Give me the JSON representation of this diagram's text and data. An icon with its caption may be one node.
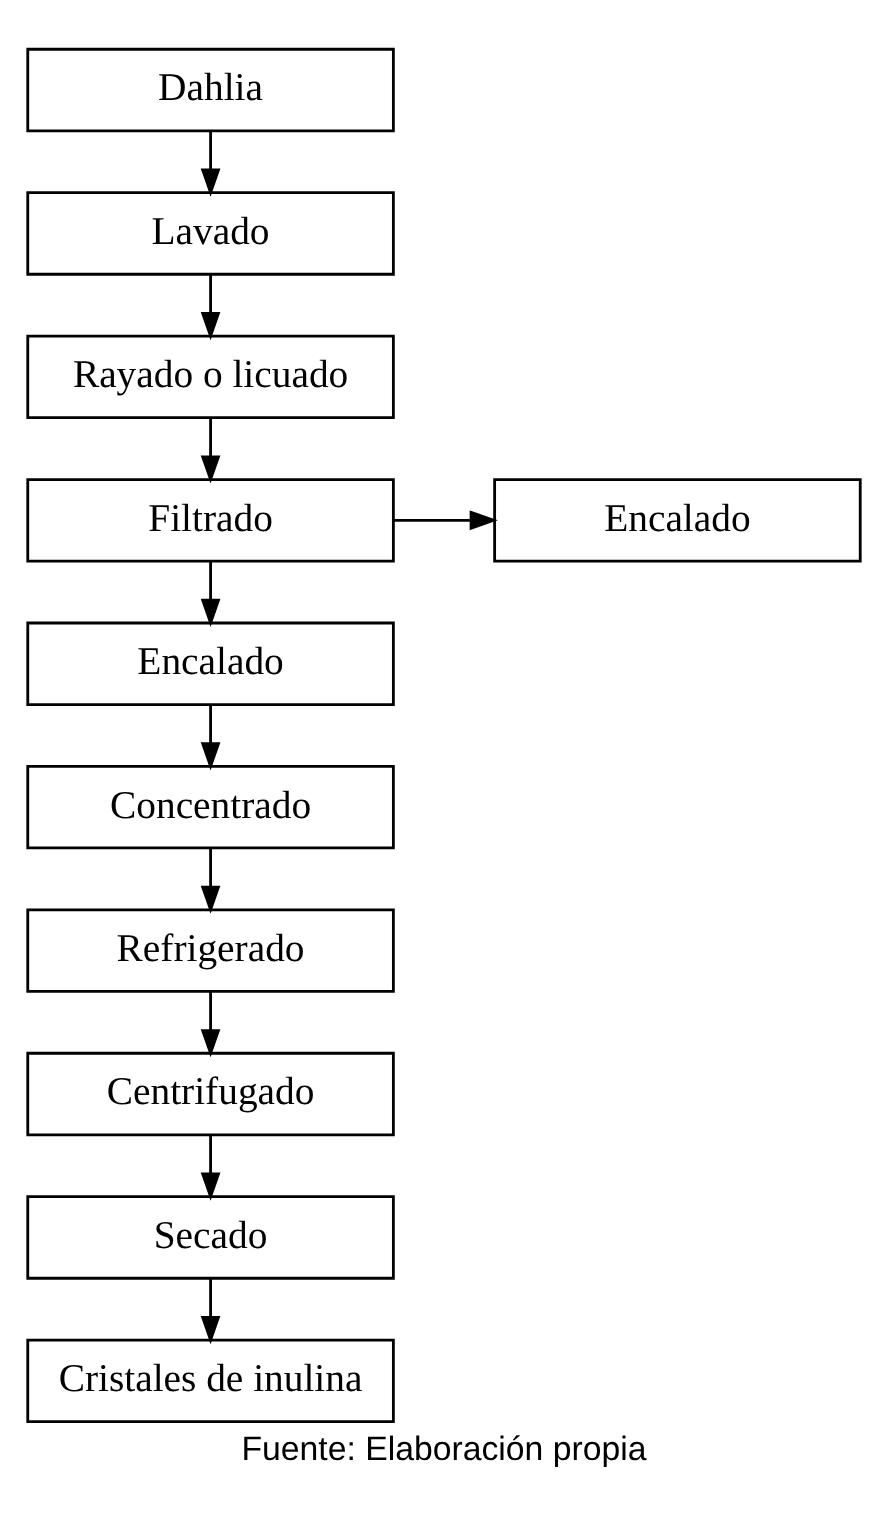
{
  "diagram": {
    "caption": "Fuente: Elaboración propia",
    "nodes": [
      {
        "text": [
          "Dahlia"
        ]
      },
      {
        "text": [
          "Lavado"
        ]
      },
      {
        "text": [
          "Rayado o licuado"
        ]
      },
      {
        "text": [
          "Filtrado"
        ]
      },
      {
        "text": [
          "Encalado"
        ]
      },
      {
        "text": [
          "Encalado"
        ]
      },
      {
        "text": [
          "Concentrado"
        ]
      },
      {
        "text": [
          "Refrigerado"
        ]
      },
      {
        "text": [
          "Centrifugado"
        ]
      },
      {
        "text": [
          "Secado"
        ]
      },
      {
        "text": [
          "Cristales de inulina"
        ]
      }
    ],
    "edges": [
      {
        "from": 0,
        "to": 1,
        "arrow": "to"
      },
      {
        "from": 1,
        "to": 2,
        "arrow": "to"
      },
      {
        "from": 2,
        "to": 3,
        "arrow": "to"
      },
      {
        "from": 3,
        "to": 4,
        "arrow": "to"
      },
      {
        "from": 3,
        "to": 5,
        "arrow": "to"
      },
      {
        "from": 5,
        "to": 6,
        "arrow": "to"
      },
      {
        "from": 6,
        "to": 7,
        "arrow": "to"
      },
      {
        "from": 7,
        "to": 8,
        "arrow": "to"
      },
      {
        "from": 8,
        "to": 9,
        "arrow": "to"
      },
      {
        "from": 9,
        "to": 10,
        "arrow": "to"
      }
    ]
  }
}
